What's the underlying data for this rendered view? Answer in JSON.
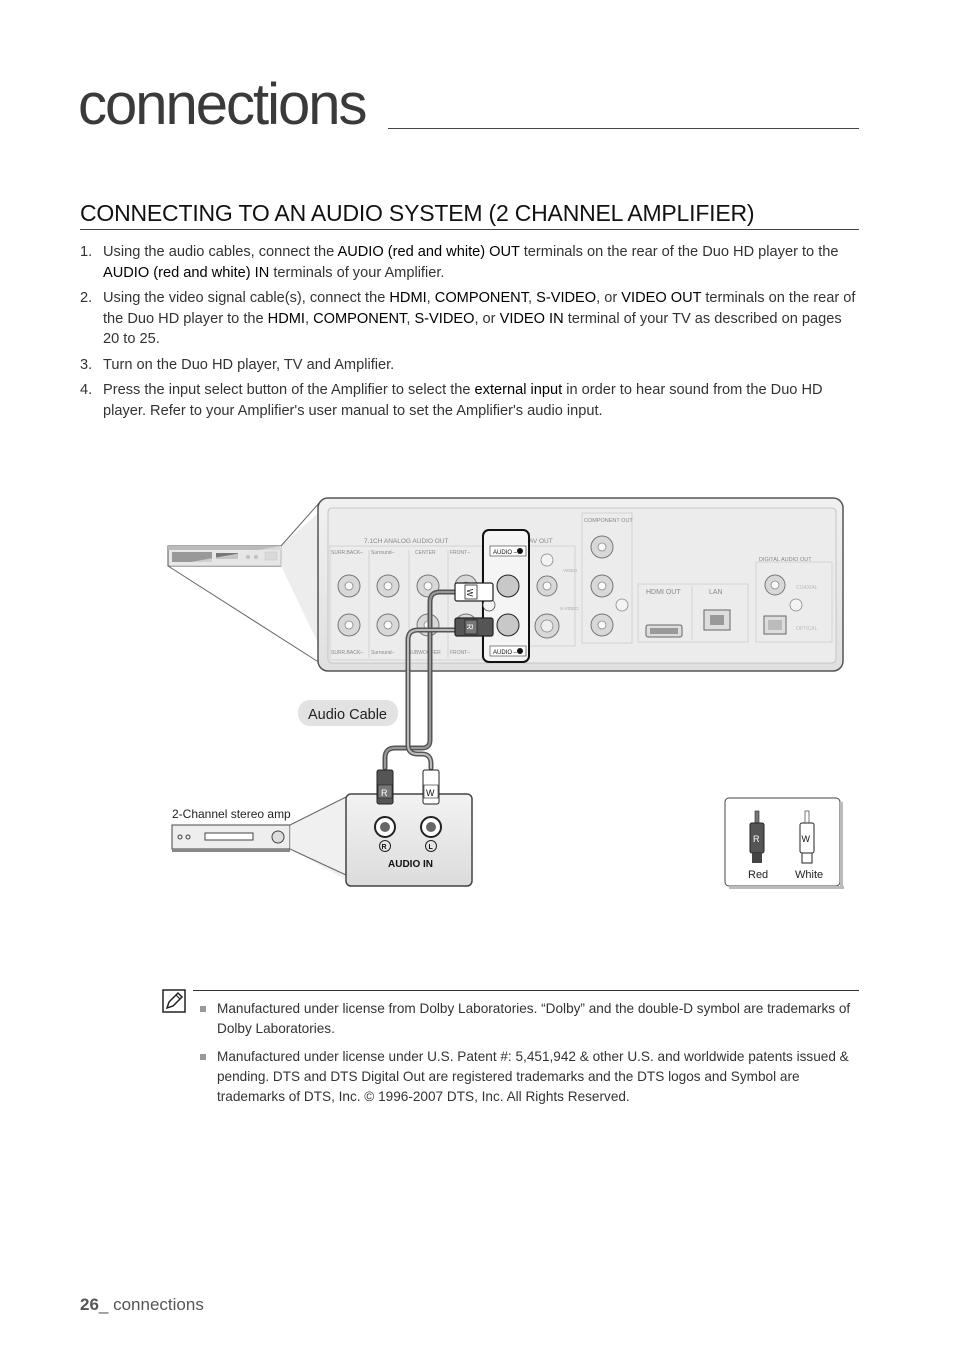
{
  "chapter": {
    "title": "connections"
  },
  "section": {
    "title": "CONNECTING TO AN AUDIO SYSTEM (2 CHANNEL AMPLIFIER)"
  },
  "steps": [
    {
      "num": "1.",
      "parts": [
        {
          "t": "Using the audio cables, connect the "
        },
        {
          "t": "AUDIO (red and white) OUT",
          "b": true
        },
        {
          "t": " terminals on the rear of the Duo HD player to the "
        },
        {
          "t": "AUDIO (red and white) IN",
          "b": true
        },
        {
          "t": " terminals of your Amplifier."
        }
      ]
    },
    {
      "num": "2.",
      "parts": [
        {
          "t": "Using the video signal cable(s), connect the "
        },
        {
          "t": "HDMI",
          "b": true
        },
        {
          "t": ", "
        },
        {
          "t": "COMPONENT",
          "b": true
        },
        {
          "t": ", "
        },
        {
          "t": "S-VIDEO",
          "b": true
        },
        {
          "t": ", or "
        },
        {
          "t": "VIDEO OUT",
          "b": true
        },
        {
          "t": " terminals on the rear of the Duo HD player to the "
        },
        {
          "t": "HDMI",
          "b": true
        },
        {
          "t": ", "
        },
        {
          "t": "COMPONENT",
          "b": true
        },
        {
          "t": ", "
        },
        {
          "t": "S-VIDEO",
          "b": true
        },
        {
          "t": ", or "
        },
        {
          "t": "VIDEO IN",
          "b": true
        },
        {
          "t": " terminal of your TV as described on pages 20 to 25."
        }
      ]
    },
    {
      "num": "3.",
      "parts": [
        {
          "t": "Turn on the Duo HD player, TV and Amplifier."
        }
      ]
    },
    {
      "num": "4.",
      "parts": [
        {
          "t": "Press the input select button of the Amplifier to select the "
        },
        {
          "t": "external input",
          "b": true
        },
        {
          "t": "  in order to hear sound from the Duo HD player. Refer to your Amplifier's user manual to set the Amplifier's audio input."
        }
      ]
    }
  ],
  "diagram": {
    "panel_analog_label": "7.1CH ANALOG AUDIO OUT",
    "panel_av_out": "AV OUT",
    "panel_component_out": "COMPONENT OUT",
    "panel_digital_audio_out": "DIGITAL AUDIO OUT",
    "panel_hdmi_out": "HDMI OUT",
    "panel_lan": "LAN",
    "panel_center": "CENTER",
    "panel_subwoofer": "SUBWOOFER",
    "panel_surr_back_top": "SURR.BACK–",
    "panel_surround_top": "Surround–",
    "panel_front_top": "FRONT–",
    "panel_surr_back_bottom": "SURR.BACK–",
    "panel_surround_bottom": "Surround–",
    "panel_front_bottom": "FRONT–",
    "panel_audio_l": "AUDIO –",
    "panel_audio_r": "AUDIO –",
    "panel_video": "VIDEO",
    "panel_svideo": "S-VIDEO",
    "panel_coaxial": "COAXIAL",
    "panel_optical": "OPTICAL",
    "audio_cable_label": "Audio Cable",
    "amp_label": "2-Channel stereo amp",
    "audio_in_label": "AUDIO IN",
    "jack_r": "R",
    "jack_l": "L",
    "plug_r": "R",
    "plug_w": "W",
    "legend_red": "Red",
    "legend_white": "White",
    "legend_r": "R",
    "legend_w": "W",
    "color_red_plug": "#555555",
    "color_white_plug": "#ffffff"
  },
  "notes": [
    "Manufactured under license from Dolby Laboratories. “Dolby” and the double-D symbol are trademarks of Dolby Laboratories.",
    "Manufactured under license under U.S. Patent #: 5,451,942 & other U.S. and worldwide patents issued & pending. DTS and DTS Digital Out are registered trademarks and the DTS logos and Symbol are trademarks of DTS, Inc. © 1996-2007 DTS, Inc. All Rights Reserved."
  ],
  "footer": {
    "page_number": "26",
    "label": "_ connections"
  }
}
